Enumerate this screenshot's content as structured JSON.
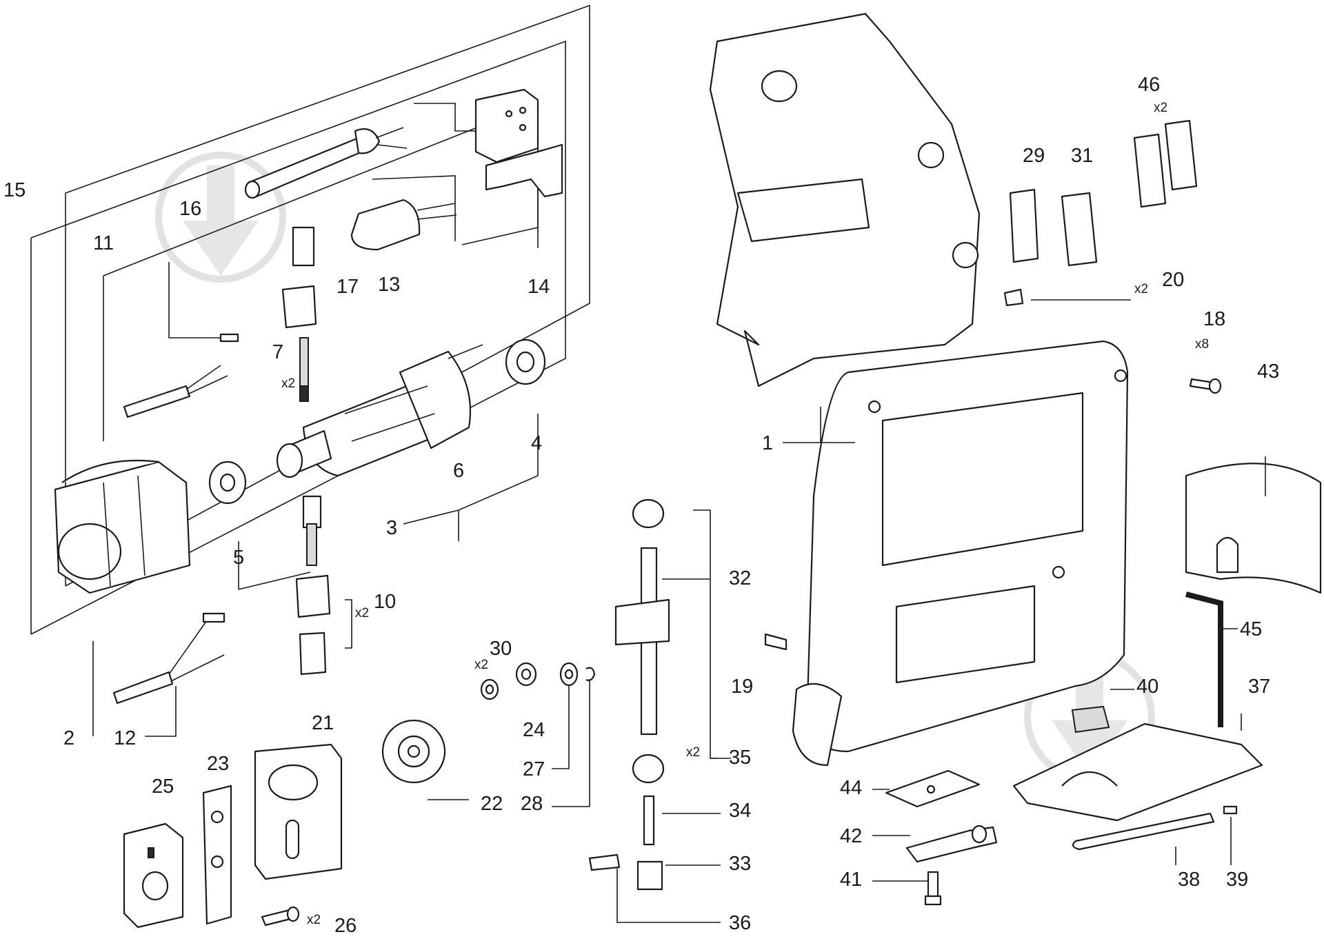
{
  "labels": {
    "p1": "1",
    "p2": "2",
    "p3": "3",
    "p4a": "4",
    "p4b": "4",
    "p5": "5",
    "p6": "6",
    "p7": "7",
    "p10": "10",
    "p11": "11",
    "p12": "12",
    "p13": "13",
    "p14": "14",
    "p15": "15",
    "p16": "16",
    "p17": "17",
    "p18": "18",
    "p19": "19",
    "p20": "20",
    "p21": "21",
    "p22": "22",
    "p23": "23",
    "p24": "24",
    "p25": "25",
    "p26": "26",
    "p27": "27",
    "p28": "28",
    "p29": "29",
    "p30": "30",
    "p31": "31",
    "p32": "32",
    "p33": "33",
    "p34": "34",
    "p35": "35",
    "p36": "36",
    "p37": "37",
    "p38": "38",
    "p39": "39",
    "p40": "40",
    "p41": "41",
    "p42": "42",
    "p43": "43",
    "p44": "44",
    "p45": "45",
    "p46": "46"
  },
  "quantities": {
    "q7": "x2",
    "q10": "x2",
    "q18": "x8",
    "q20": "x2",
    "q26": "x2",
    "q30": "x2",
    "q35": "x2",
    "q46": "x2"
  },
  "watermark_icon": "download-arrow-icon"
}
